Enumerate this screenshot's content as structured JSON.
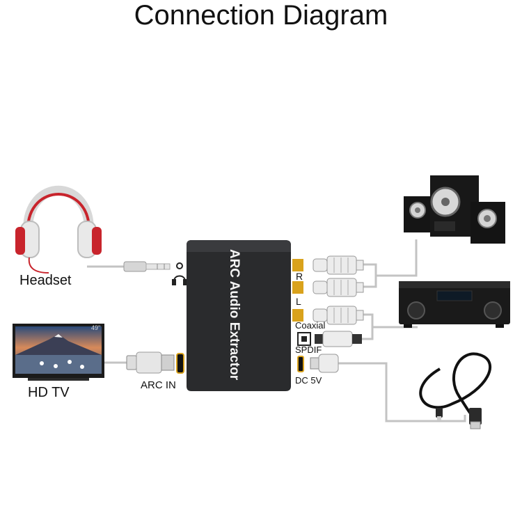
{
  "title": "Connection Diagram",
  "device": {
    "name": "ARC Audio Extractor"
  },
  "labels": {
    "headset": "Headset",
    "hdtv": "HD TV",
    "arc_in": "ARC IN",
    "r": "R",
    "l": "L",
    "coaxial": "Coaxial",
    "spdif": "SPDIF",
    "dc5v": "DC 5V",
    "tv_size": "49\""
  },
  "colors": {
    "device_body": "#2a2b2d",
    "rca_gold": "#d9a21c",
    "cable": "#bfbfbf",
    "headphone_red": "#c8242c"
  },
  "icons": [
    "headphones-icon",
    "tv-icon",
    "speakers-icon",
    "av-receiver-icon",
    "usb-cable-icon",
    "headphone-jack-icon",
    "optical-port-icon"
  ]
}
